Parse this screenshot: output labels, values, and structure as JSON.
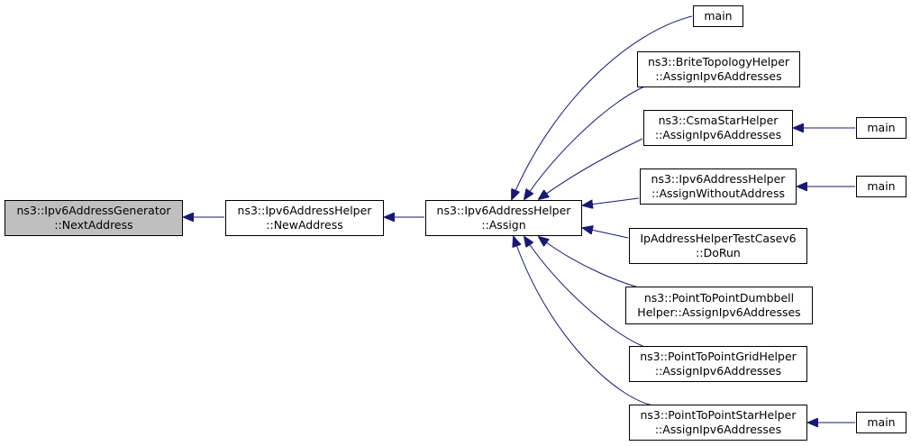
{
  "nodes": {
    "next_address": {
      "line1": "ns3::Ipv6AddressGenerator",
      "line2": "::NextAddress"
    },
    "new_address": {
      "line1": "ns3::Ipv6AddressHelper",
      "line2": "::NewAddress"
    },
    "assign": {
      "line1": "ns3::Ipv6AddressHelper",
      "line2": "::Assign"
    },
    "main_top": {
      "line1": "main"
    },
    "brite": {
      "line1": "ns3::BriteTopologyHelper",
      "line2": "::AssignIpv6Addresses"
    },
    "csma_star": {
      "line1": "ns3::CsmaStarHelper",
      "line2": "::AssignIpv6Addresses"
    },
    "main_csma": {
      "line1": "main"
    },
    "assign_without": {
      "line1": "ns3::Ipv6AddressHelper",
      "line2": "::AssignWithoutAddress"
    },
    "main_without": {
      "line1": "main"
    },
    "test_case": {
      "line1": "IpAddressHelperTestCasev6",
      "line2": "::DoRun"
    },
    "dumbbell": {
      "line1": "ns3::PointToPointDumbbell",
      "line2": "Helper::AssignIpv6Addresses"
    },
    "grid": {
      "line1": "ns3::PointToPointGridHelper",
      "line2": "::AssignIpv6Addresses"
    },
    "star": {
      "line1": "ns3::PointToPointStarHelper",
      "line2": "::AssignIpv6Addresses"
    },
    "main_star": {
      "line1": "main"
    }
  },
  "colors": {
    "edge": "#191970",
    "highlight_fill": "#bfbfbf",
    "node_fill": "#ffffff",
    "border": "#000000"
  }
}
